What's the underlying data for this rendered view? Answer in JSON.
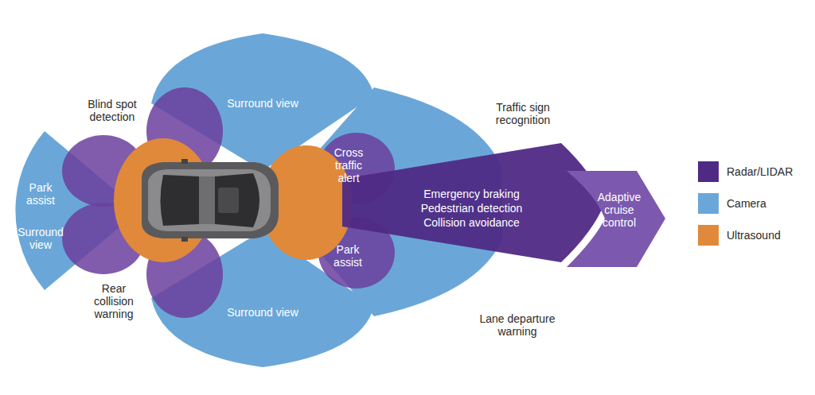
{
  "diagram": {
    "nodes": [
      {
        "text": [
          "Surround view"
        ]
      },
      {
        "text": [
          "Park assist",
          "Surround view"
        ]
      },
      {
        "text": [
          "Cross traffic alert"
        ]
      },
      {
        "text": [
          "Emergency braking",
          "Pedestrian detection",
          "Collision avoidance"
        ]
      },
      {
        "text": [
          "Adaptive cruise control"
        ]
      },
      {
        "text": [
          "Park assist"
        ]
      },
      {
        "text": [
          "Surround view"
        ]
      }
    ],
    "labels": [
      "Blind spot detection",
      "Traffic sign recognition",
      "Rear collision warning",
      "Lane departure warning"
    ],
    "legend": [
      {
        "text": "Radar/LIDAR",
        "color": "#4f2a85"
      },
      {
        "text": "Camera",
        "color": "#6aa7d8"
      },
      {
        "text": "Ultrasound",
        "color": "#e0893a"
      }
    ]
  }
}
